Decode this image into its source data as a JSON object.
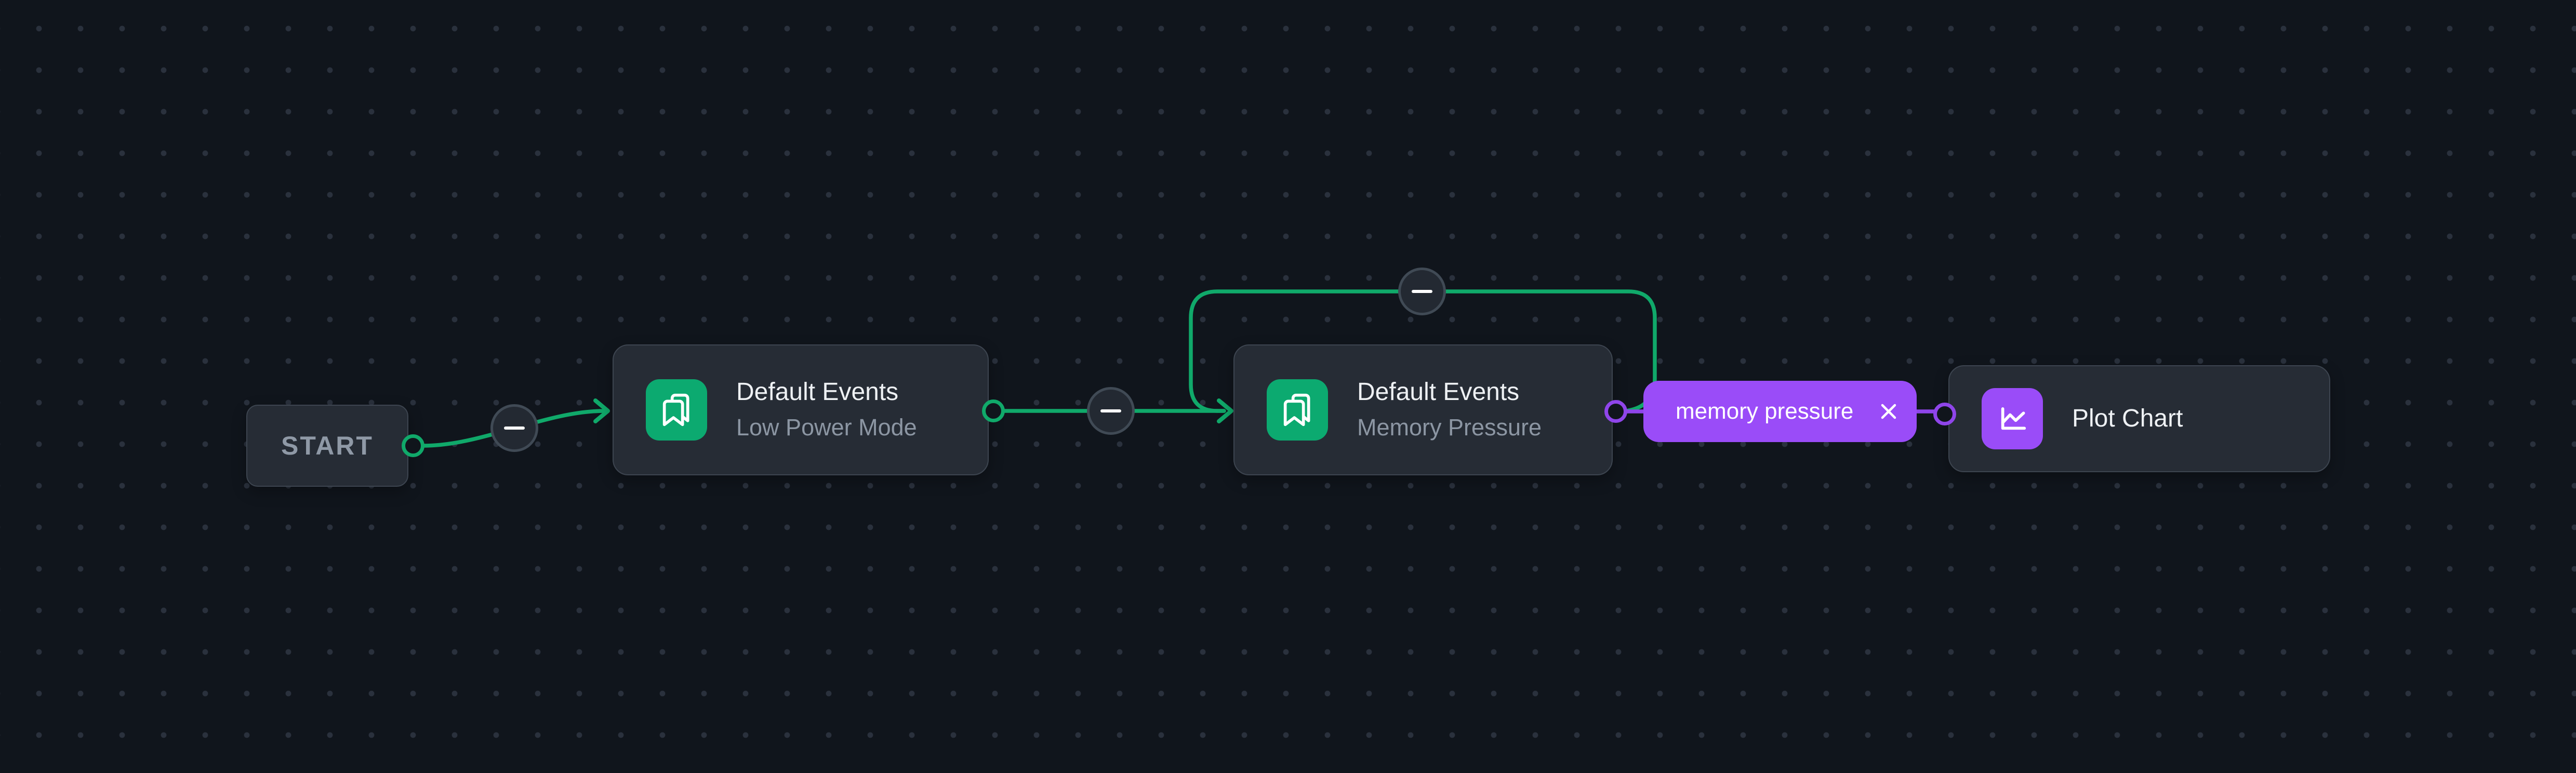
{
  "canvas": {
    "type": "workflow-flow-editor"
  },
  "colors": {
    "background": "#10151c",
    "dot": "#2a313d",
    "node_bg": "#262c35",
    "node_border": "#3d4550",
    "green": "#10a96a",
    "green_icon": "#0caa70",
    "purple": "#9a4cf8",
    "purple_edge": "#8f45ea",
    "title": "#eef1f4",
    "subtitle": "#8c96a3",
    "start_text": "#8f99a6",
    "button_bg": "#232932",
    "button_border": "#404a55"
  },
  "nodes": {
    "start": {
      "label": "START"
    },
    "low_power_mode": {
      "title": "Default Events",
      "subtitle": "Low Power Mode",
      "icon": "bookmarks-icon"
    },
    "memory_pressure": {
      "title": "Default Events",
      "subtitle": "Memory Pressure",
      "icon": "bookmarks-icon"
    },
    "plot_chart": {
      "title": "Plot Chart",
      "icon": "line-chart-icon"
    }
  },
  "edges": {
    "start_to_low_power": {
      "color": "#10a96a",
      "remove_button": "minus"
    },
    "low_power_to_memory": {
      "color": "#10a96a",
      "remove_button": "minus"
    },
    "memory_self_loop": {
      "color": "#10a96a",
      "remove_button": "minus"
    },
    "memory_to_plot": {
      "color": "#8f45ea",
      "label": "memory pressure",
      "remove_icon": "close-icon"
    }
  }
}
